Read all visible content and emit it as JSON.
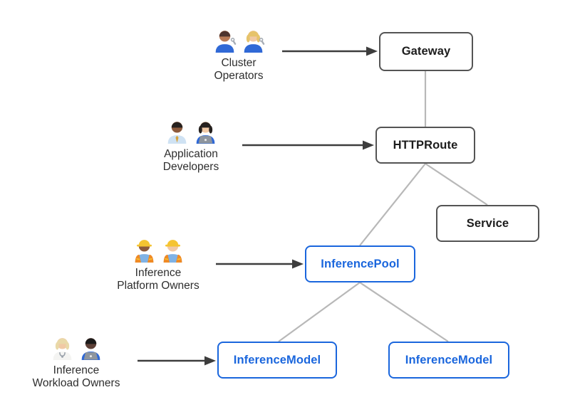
{
  "colors": {
    "gray_node_border": "#545454",
    "gray_node_text": "#1c1c1c",
    "blue_node": "#1a66dd",
    "connector_line": "#b8b8b8",
    "arrow": "#3d3d3d",
    "persona_text": "#2e2e2e"
  },
  "nodes": [
    {
      "label": "Gateway",
      "type": "gray"
    },
    {
      "label": "HTTPRoute",
      "type": "gray"
    },
    {
      "label": "Service",
      "type": "gray"
    },
    {
      "label": "InferencePool",
      "type": "blue"
    },
    {
      "label": "InferenceModel",
      "type": "blue"
    },
    {
      "label": "InferenceModel",
      "type": "blue"
    }
  ],
  "personas": [
    {
      "name": "Cluster Operators",
      "label_lines": [
        "Cluster",
        "Operators"
      ],
      "arrow_target": "Gateway",
      "emojis": [
        {
          "name": "man-mechanic-emoji",
          "skin": "#b97a56",
          "hair": "#4e342e",
          "shirt": "#3069d6",
          "accessory": "wrench"
        },
        {
          "name": "woman-mechanic-emoji",
          "skin": "#f1c9a5",
          "hair": "#e6c36b",
          "hair_long": true,
          "shirt": "#3069d6",
          "accessory": "wrench"
        }
      ]
    },
    {
      "name": "Application Developers",
      "label_lines": [
        "Application",
        "Developers"
      ],
      "arrow_target": "HTTPRoute",
      "emojis": [
        {
          "name": "man-office-worker-emoji",
          "skin": "#8d5a3c",
          "hair": "#26211f",
          "shirt": "#cfe2f3",
          "accessory": "tie"
        },
        {
          "name": "woman-technologist-emoji",
          "skin": "#f1c9a5",
          "hair": "#26211f",
          "hair_long": true,
          "shirt": "#3069d6",
          "accessory": "laptop"
        }
      ]
    },
    {
      "name": "Inference Platform Owners",
      "label_lines": [
        "Inference",
        "Platform Owners"
      ],
      "arrow_target": "InferencePool",
      "emojis": [
        {
          "name": "woman-construction-worker-emoji",
          "skin": "#8d5a3c",
          "hair": "#26211f",
          "hair_long": true,
          "shirt": "#7fb2e5",
          "helmet": "#f5c431",
          "vest": "#f08a24"
        },
        {
          "name": "man-construction-worker-emoji",
          "skin": "#f1c9a5",
          "hair": "#8a5a2b",
          "shirt": "#7fb2e5",
          "helmet": "#f5c431",
          "vest": "#f08a24"
        }
      ]
    },
    {
      "name": "Inference Workload Owners",
      "label_lines": [
        "Inference",
        "Workload Owners"
      ],
      "arrow_target": "InferenceModel",
      "emojis": [
        {
          "name": "health-worker-emoji",
          "skin": "#f1c9a5",
          "hair": "#e9d9a8",
          "hair_long": true,
          "shirt": "#f4f4f2",
          "accessory": "stethoscope"
        },
        {
          "name": "man-technologist-emoji",
          "skin": "#5d4037",
          "hair": "#1a1a1a",
          "shirt": "#3069d6",
          "accessory": "laptop"
        }
      ]
    }
  ],
  "connections": [
    {
      "from": "Gateway",
      "to": "HTTPRoute"
    },
    {
      "from": "HTTPRoute",
      "to": "InferencePool"
    },
    {
      "from": "HTTPRoute",
      "to": "Service"
    },
    {
      "from": "InferencePool",
      "to": "InferenceModel (left)"
    },
    {
      "from": "InferencePool",
      "to": "InferenceModel (right)"
    }
  ]
}
